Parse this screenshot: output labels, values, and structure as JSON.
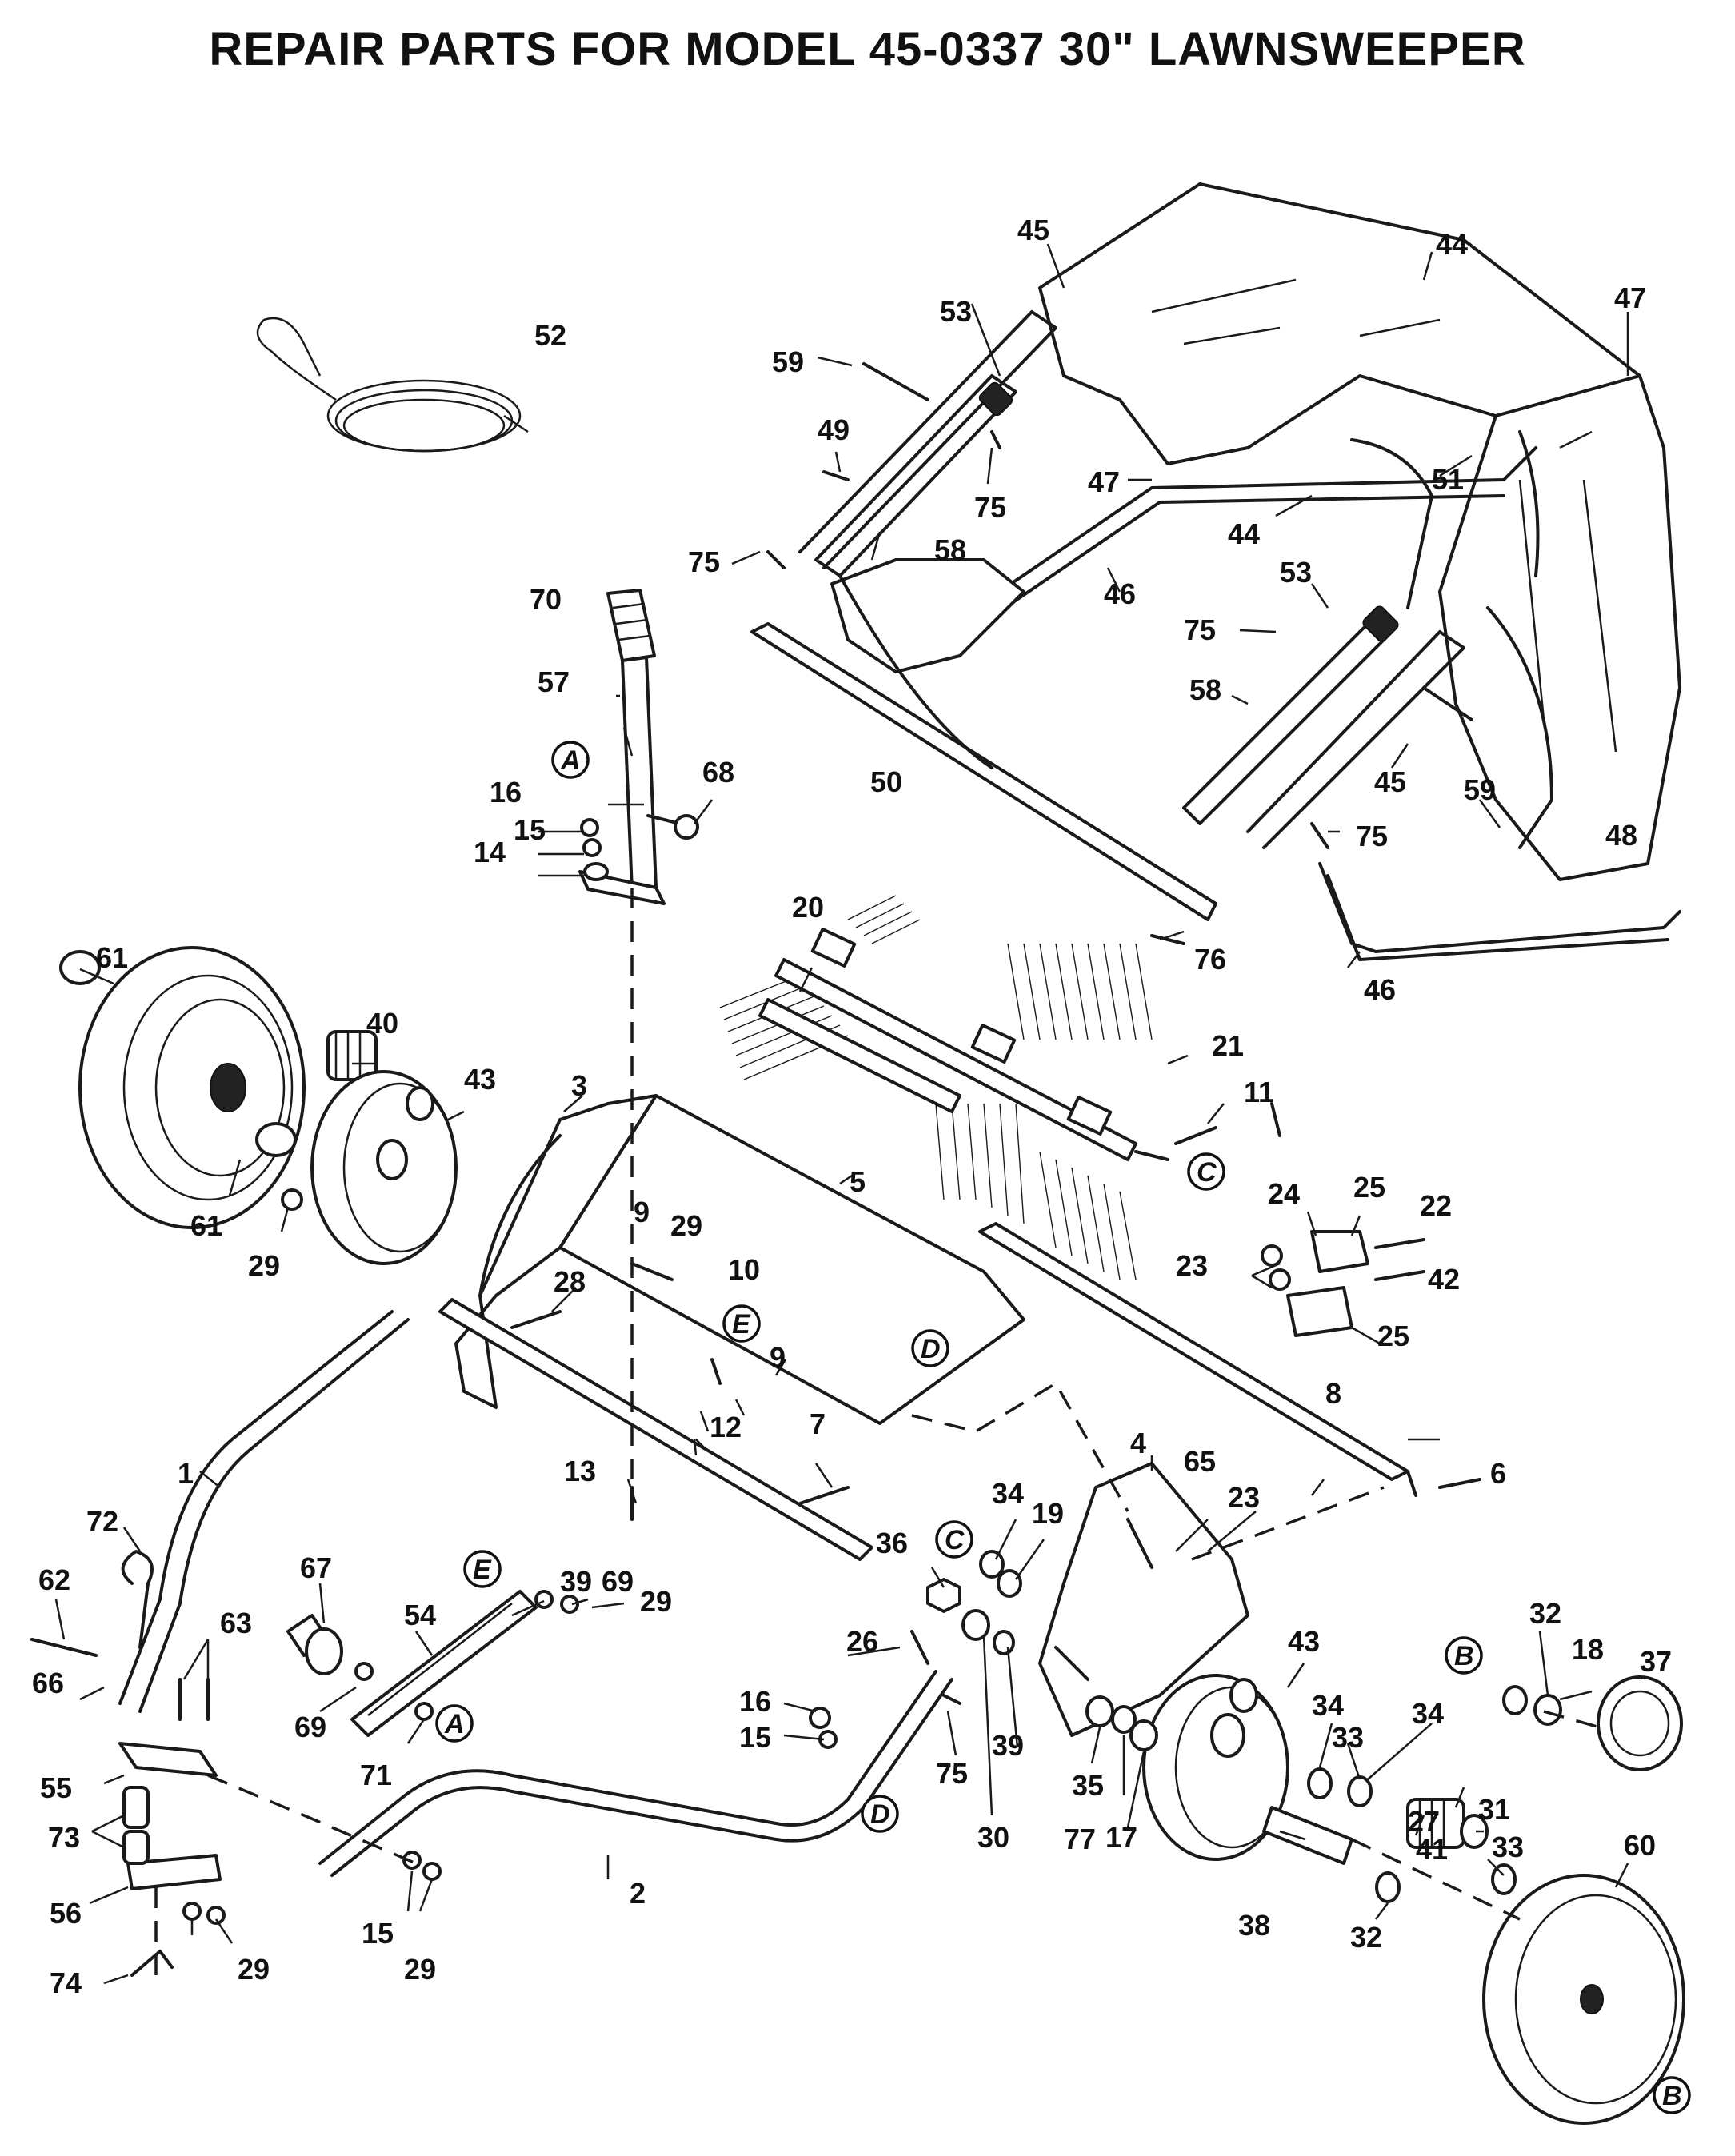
{
  "title": "REPAIR PARTS FOR MODEL 45-0337  30\" LAWNSWEEPER",
  "parts": [
    {
      "id": "p1",
      "label": "1"
    },
    {
      "id": "p2",
      "label": "2"
    },
    {
      "id": "p3",
      "label": "3"
    },
    {
      "id": "p4",
      "label": "4"
    },
    {
      "id": "p5",
      "label": "5"
    },
    {
      "id": "p6",
      "label": "6"
    },
    {
      "id": "p7",
      "label": "7"
    },
    {
      "id": "p8",
      "label": "8"
    },
    {
      "id": "p9a",
      "label": "9"
    },
    {
      "id": "p9b",
      "label": "9"
    },
    {
      "id": "p10",
      "label": "10"
    },
    {
      "id": "p11",
      "label": "11"
    },
    {
      "id": "p12",
      "label": "12"
    },
    {
      "id": "p13",
      "label": "13"
    },
    {
      "id": "p14",
      "label": "14"
    },
    {
      "id": "p15a",
      "label": "15"
    },
    {
      "id": "p15b",
      "label": "15"
    },
    {
      "id": "p15c",
      "label": "15"
    },
    {
      "id": "p16a",
      "label": "16"
    },
    {
      "id": "p16b",
      "label": "16"
    },
    {
      "id": "p17",
      "label": "17"
    },
    {
      "id": "p18",
      "label": "18"
    },
    {
      "id": "p19",
      "label": "19"
    },
    {
      "id": "p20",
      "label": "20"
    },
    {
      "id": "p21",
      "label": "21"
    },
    {
      "id": "p22",
      "label": "22"
    },
    {
      "id": "p23a",
      "label": "23"
    },
    {
      "id": "p23b",
      "label": "23"
    },
    {
      "id": "p24",
      "label": "24"
    },
    {
      "id": "p25a",
      "label": "25"
    },
    {
      "id": "p25b",
      "label": "25"
    },
    {
      "id": "p26",
      "label": "26"
    },
    {
      "id": "p27",
      "label": "27"
    },
    {
      "id": "p28",
      "label": "28"
    },
    {
      "id": "p29a",
      "label": "29"
    },
    {
      "id": "p29b",
      "label": "29"
    },
    {
      "id": "p29c",
      "label": "29"
    },
    {
      "id": "p29d",
      "label": "29"
    },
    {
      "id": "p29e",
      "label": "29"
    },
    {
      "id": "p30",
      "label": "30"
    },
    {
      "id": "p31",
      "label": "31"
    },
    {
      "id": "p32a",
      "label": "32"
    },
    {
      "id": "p32b",
      "label": "32"
    },
    {
      "id": "p33a",
      "label": "33"
    },
    {
      "id": "p33b",
      "label": "33"
    },
    {
      "id": "p34a",
      "label": "34"
    },
    {
      "id": "p34b",
      "label": "34"
    },
    {
      "id": "p34c",
      "label": "34"
    },
    {
      "id": "p35",
      "label": "35"
    },
    {
      "id": "p36",
      "label": "36"
    },
    {
      "id": "p37",
      "label": "37"
    },
    {
      "id": "p38",
      "label": "38"
    },
    {
      "id": "p39a",
      "label": "39"
    },
    {
      "id": "p39b",
      "label": "39"
    },
    {
      "id": "p40",
      "label": "40"
    },
    {
      "id": "p41",
      "label": "41"
    },
    {
      "id": "p42",
      "label": "42"
    },
    {
      "id": "p43a",
      "label": "43"
    },
    {
      "id": "p43b",
      "label": "43"
    },
    {
      "id": "p44a",
      "label": "44"
    },
    {
      "id": "p44b",
      "label": "44"
    },
    {
      "id": "p45a",
      "label": "45"
    },
    {
      "id": "p45b",
      "label": "45"
    },
    {
      "id": "p46a",
      "label": "46"
    },
    {
      "id": "p46b",
      "label": "46"
    },
    {
      "id": "p47a",
      "label": "47"
    },
    {
      "id": "p47b",
      "label": "47"
    },
    {
      "id": "p48",
      "label": "48"
    },
    {
      "id": "p49",
      "label": "49"
    },
    {
      "id": "p50",
      "label": "50"
    },
    {
      "id": "p51",
      "label": "51"
    },
    {
      "id": "p52",
      "label": "52"
    },
    {
      "id": "p53a",
      "label": "53"
    },
    {
      "id": "p53b",
      "label": "53"
    },
    {
      "id": "p54",
      "label": "54"
    },
    {
      "id": "p55",
      "label": "55"
    },
    {
      "id": "p56",
      "label": "56"
    },
    {
      "id": "p57",
      "label": "57"
    },
    {
      "id": "p58a",
      "label": "58"
    },
    {
      "id": "p58b",
      "label": "58"
    },
    {
      "id": "p59a",
      "label": "59"
    },
    {
      "id": "p59b",
      "label": "59"
    },
    {
      "id": "p60",
      "label": "60"
    },
    {
      "id": "p61a",
      "label": "61"
    },
    {
      "id": "p61b",
      "label": "61"
    },
    {
      "id": "p62",
      "label": "62"
    },
    {
      "id": "p63",
      "label": "63"
    },
    {
      "id": "p65",
      "label": "65"
    },
    {
      "id": "p66",
      "label": "66"
    },
    {
      "id": "p67",
      "label": "67"
    },
    {
      "id": "p68",
      "label": "68"
    },
    {
      "id": "p69a",
      "label": "69"
    },
    {
      "id": "p69b",
      "label": "69"
    },
    {
      "id": "p70",
      "label": "70"
    },
    {
      "id": "p71",
      "label": "71"
    },
    {
      "id": "p72",
      "label": "72"
    },
    {
      "id": "p73",
      "label": "73"
    },
    {
      "id": "p74",
      "label": "74"
    },
    {
      "id": "p75a",
      "label": "75"
    },
    {
      "id": "p75b",
      "label": "75"
    },
    {
      "id": "p75c",
      "label": "75"
    },
    {
      "id": "p75d",
      "label": "75"
    },
    {
      "id": "p75e",
      "label": "75"
    },
    {
      "id": "p76",
      "label": "76"
    },
    {
      "id": "p77",
      "label": "77"
    }
  ],
  "refs": [
    {
      "id": "rA1",
      "label": "A"
    },
    {
      "id": "rA2",
      "label": "A"
    },
    {
      "id": "rB1",
      "label": "B"
    },
    {
      "id": "rB2",
      "label": "B"
    },
    {
      "id": "rC1",
      "label": "C"
    },
    {
      "id": "rC2",
      "label": "C"
    },
    {
      "id": "rD1",
      "label": "D"
    },
    {
      "id": "rD2",
      "label": "D"
    },
    {
      "id": "rE1",
      "label": "E"
    },
    {
      "id": "rE2",
      "label": "E"
    }
  ]
}
